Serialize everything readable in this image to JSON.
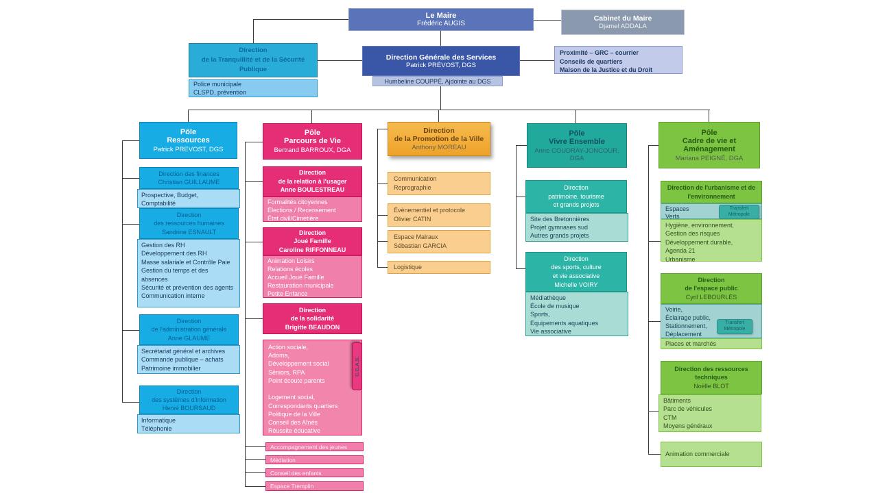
{
  "top": {
    "maire": {
      "title": "Le Maire",
      "name": "Frédéric AUGIS"
    },
    "cabinet": {
      "title": "Cabinet du Maire",
      "name": "Djamel ADDALA"
    },
    "dgs": {
      "title": "Direction Générale des Services",
      "name": "Patrick PRÉVOST, DGS"
    },
    "adjointe": "Humbeline COUPPÉ, Ajdointe au DGS",
    "tranquillite": [
      "Direction",
      "de la Tranquillité et de la Sécurité",
      "Publique"
    ],
    "police": [
      "Police municipale",
      "CLSPD, prévention"
    ],
    "proximite": [
      "Proximité  – GRC – courrier",
      "Conseils  de quartiers",
      "Maison  de la Justice  et  du Droit"
    ]
  },
  "p1": {
    "header": {
      "title": [
        "Pôle",
        "Ressources"
      ],
      "name": "Patrick PREVOST,  DGS"
    },
    "finances": {
      "header": [
        "Direction  des finances",
        "Christian  GUILLAUME"
      ],
      "items": [
        "Prospective,  Budget,",
        "Comptabilité"
      ]
    },
    "rh": {
      "header": [
        "Direction",
        "des ressources  humaines",
        "Sandrine  ESNAULT"
      ],
      "items": [
        "Gestion  des  RH",
        "Développement  des  RH",
        "Masse salariale et Contrôle  Paie",
        "Gestion du temps et des absences",
        "Sécurité  et prévention  des agents",
        "Communication   interne"
      ]
    },
    "admin": {
      "header": [
        "Direction",
        "de l'administration  générale",
        "Anne GLAUME"
      ],
      "items": [
        "Secrétariat  général  et archives",
        "Commande  publique  – achats",
        "Patrimoine  immobilier"
      ]
    },
    "si": {
      "header": [
        "Direction",
        "des systèmes  d'information",
        "Hervé BOURSAUD"
      ],
      "items": [
        "Informatique",
        "Téléphonie"
      ]
    }
  },
  "p2": {
    "header": {
      "title": [
        "Pôle",
        "Parcours  de Vie"
      ],
      "name": "Bertrand BARROUX,  DGA"
    },
    "relation": {
      "header": [
        "Direction",
        "de la relation  à l'usager",
        "Anne BOULESTREAU"
      ],
      "items": [
        "Formalités  citoyennes",
        "Élections  / Recensement",
        "État civil/Cimetière"
      ]
    },
    "famille": {
      "header": [
        "Direction",
        "Joué Famille",
        "Caroline  RIFFONNEAU"
      ],
      "items": [
        "Animation   Loisirs",
        "Relations  écoles",
        "Accueil  Joué  Famille",
        "Restauration   municipale",
        "Petite  Enfance"
      ]
    },
    "solidarite": {
      "header": [
        "Direction",
        "de la solidarité",
        "Brigitte  BEAUDON"
      ]
    },
    "ccas": {
      "ribbon": "C.C.A.S.",
      "items": [
        "Action  sociale,",
        "Adoma,",
        "Développement  social",
        "Séniors,  RPA",
        "Point écoute  parents",
        "",
        "Logement  social,",
        "Correspondants   quartiers",
        "Politique  de la Ville",
        "Conseil  des Aînés",
        "Réussite  éducative"
      ]
    },
    "bars": [
      "Accompagnement   des jeunes",
      "Médiation",
      "Conseil  des enfants",
      "Espace  Tremplin"
    ]
  },
  "p3": {
    "header": {
      "title": [
        "Direction",
        "de la Promotion  de la Ville"
      ],
      "name": "Anthony MOREAU"
    },
    "boxes": [
      [
        "Communication",
        "Reprographie"
      ],
      [
        "Évènementiel  et protocole",
        "Olivier  CATIN"
      ],
      [
        "Espace  Malraux",
        "Sébastian  GARCIA"
      ],
      [
        "Logistique"
      ]
    ]
  },
  "p4": {
    "header": {
      "title": [
        "Pôle",
        "Vivre Ensemble"
      ],
      "name": [
        "Anne COUDRAY-JONCOUR,",
        "DGA"
      ]
    },
    "patrimoine": {
      "header": [
        "Direction",
        "patrimoine,   tourisme",
        "et grands  projets"
      ],
      "items": [
        "Site des Bretonnières",
        "Projet  gymnases sud",
        "Autres  grands  projets"
      ]
    },
    "sports": {
      "header": [
        "Direction",
        "des sports,  culture",
        "et vie associative",
        "Michelle  VOIRY"
      ],
      "items": [
        "Médiathèque",
        "École  de musique",
        "Sports,",
        "Equipements   aquatiques",
        "Vie associative"
      ]
    }
  },
  "p5": {
    "header": {
      "title": [
        "Pôle",
        "Cadre  de vie et",
        "Aménagement"
      ],
      "name": "Mariana  PEIGNÉ,  DGA"
    },
    "urbanisme": {
      "header": [
        "Direction  de l'urbanisme  et de",
        "l'environnement"
      ],
      "espaces": [
        "Espaces",
        "Verts"
      ],
      "badge": [
        "Transfert",
        "Métropole"
      ],
      "items": [
        "Hygiène, environnement,",
        "Gestion  des  risques",
        "Développement  durable,",
        "Agenda 21",
        "Urbanisme"
      ]
    },
    "espace_public": {
      "header": [
        "Direction",
        "de l'espace  public"
      ],
      "name": "Cyril LEBOURLÈS",
      "items": [
        "Voirie,",
        "Éclairage  public,",
        "Stationnement,",
        "Déplacement"
      ],
      "badge": [
        "Transfert",
        "Métropole"
      ],
      "places": "Places  et marchés"
    },
    "techniques": {
      "header": [
        "Direction   des  ressources",
        "techniques"
      ],
      "name": "Noëlle BLOT",
      "items": [
        "Bâtiments",
        "Parc de véhicules",
        "CTM",
        "Moyens généraux"
      ]
    },
    "animation": "Animation  commerciale"
  }
}
